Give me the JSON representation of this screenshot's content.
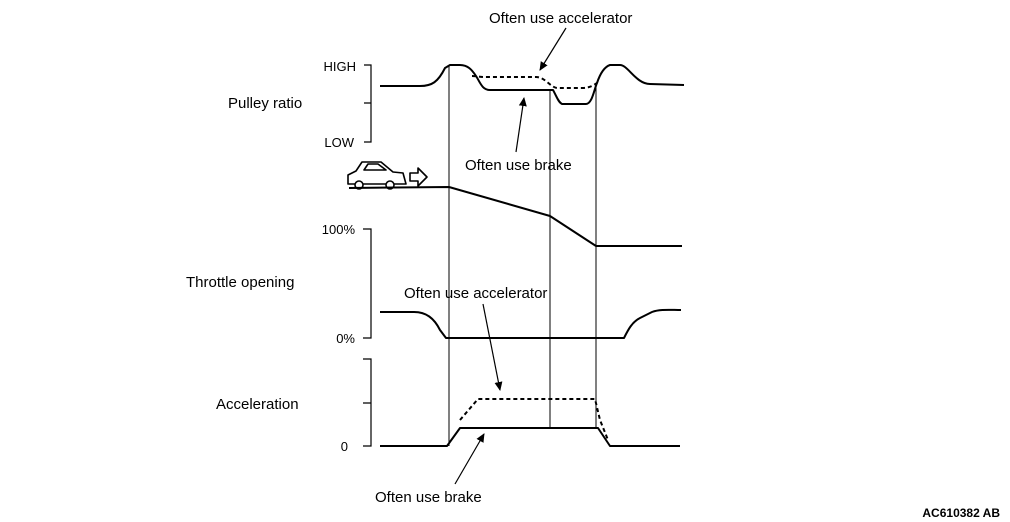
{
  "rows": {
    "pulley_ratio": {
      "label": "Pulley ratio",
      "high": "HIGH",
      "low": "LOW"
    },
    "throttle": {
      "label": "Throttle opening",
      "top": "100%",
      "bottom": "0%"
    },
    "acceleration": {
      "label": "Acceleration",
      "zero": "0"
    }
  },
  "annotations": {
    "pulley_accel": "Often use accelerator",
    "pulley_brake": "Often use brake",
    "accel_accel": "Often use accelerator",
    "accel_brake": "Often use brake"
  },
  "figure_code": "AC610382 AB",
  "icons": {
    "vehicle": "car-icon",
    "direction": "arrow-right-icon"
  }
}
